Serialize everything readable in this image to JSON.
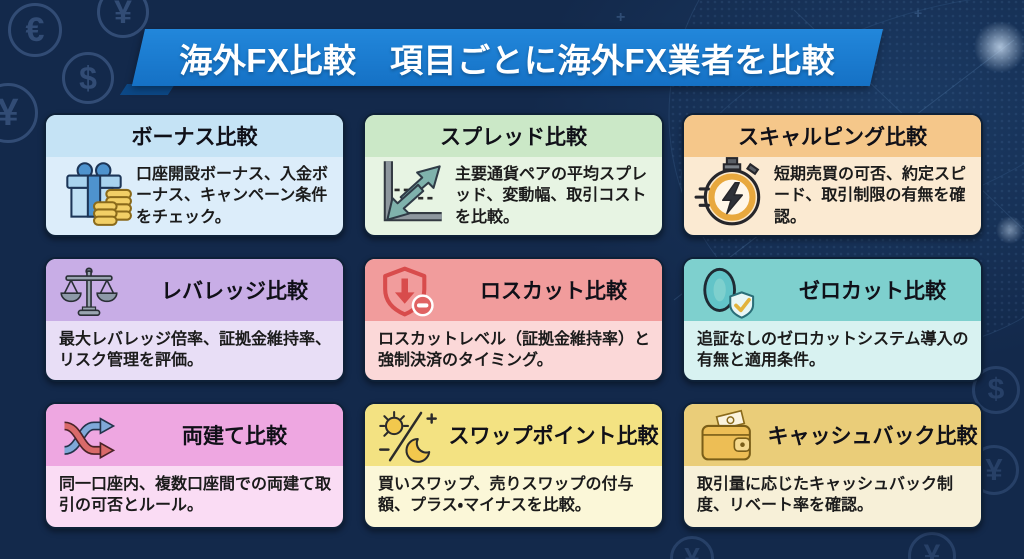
{
  "banner": {
    "title": "海外FX比較　項目ごとに海外FX業者を比較",
    "color": "#1A7BD0"
  },
  "background": {
    "base_color": "#13294B",
    "currency_symbols": [
      {
        "glyph": "€"
      },
      {
        "glyph": "¥"
      },
      {
        "glyph": "$"
      },
      {
        "glyph": "¥"
      },
      {
        "glyph": "$"
      },
      {
        "glyph": "¥"
      },
      {
        "glyph": "¥"
      },
      {
        "glyph": "¥"
      }
    ]
  },
  "cards": [
    {
      "title": "ボーナス比較",
      "desc": "口座開設ボーナス、入金ボーナス、キャンペーン条件をチェック。",
      "icon": "gift-coins-icon",
      "colors": {
        "header": "#C5E3F5",
        "body": "#DCEDFA"
      }
    },
    {
      "title": "スプレッド比較",
      "desc": "主要通貨ペアの平均スプレッド、変動幅、取引コストを比較。",
      "icon": "axis-arrows-icon",
      "colors": {
        "header": "#CBE8C7",
        "body": "#E7F4E3"
      }
    },
    {
      "title": "スキャルピング比較",
      "desc": "短期売買の可否、約定スピード、取引制限の有無を確認。",
      "icon": "stopwatch-icon",
      "colors": {
        "header": "#F5C78A",
        "body": "#FBEAD2"
      }
    },
    {
      "title": "レバレッジ比較",
      "desc": "最大レバレッジ倍率、証拠金維持率、リスク管理を評価。",
      "icon": "balance-scale-icon",
      "colors": {
        "header": "#C8ADE6",
        "body": "#E8DEF6"
      }
    },
    {
      "title": "ロスカット比較",
      "desc": "ロスカットレベル（証拠金維持率）と強制決済のタイミング。",
      "icon": "shield-arrow-icon",
      "colors": {
        "header": "#F19C9C",
        "body": "#FBD8D8"
      }
    },
    {
      "title": "ゼロカット比較",
      "desc": "追証なしのゼロカットシステム導入の有無と適用条件。",
      "icon": "zero-shield-icon",
      "colors": {
        "header": "#7ED0CE",
        "body": "#D8F2F1"
      }
    },
    {
      "title": "両建て比較",
      "desc": "同一口座内、複数口座間での両建て取引の可否とルール。",
      "icon": "cross-arrows-icon",
      "colors": {
        "header": "#EEA7E1",
        "body": "#FADCF4"
      }
    },
    {
      "title": "スワップポイント比較",
      "desc": "買いスワップ、売りスワップの付与額、プラス・マイナスを比較。",
      "icon": "sun-moon-icon",
      "colors": {
        "header": "#F3E282",
        "body": "#FBF7D8"
      }
    },
    {
      "title": "キャッシュバック比較",
      "desc": "取引量に応じたキャッシュバック制度、リベート率を確認。",
      "icon": "wallet-icon",
      "colors": {
        "header": "#EACD79",
        "body": "#F7F0D8"
      }
    }
  ]
}
